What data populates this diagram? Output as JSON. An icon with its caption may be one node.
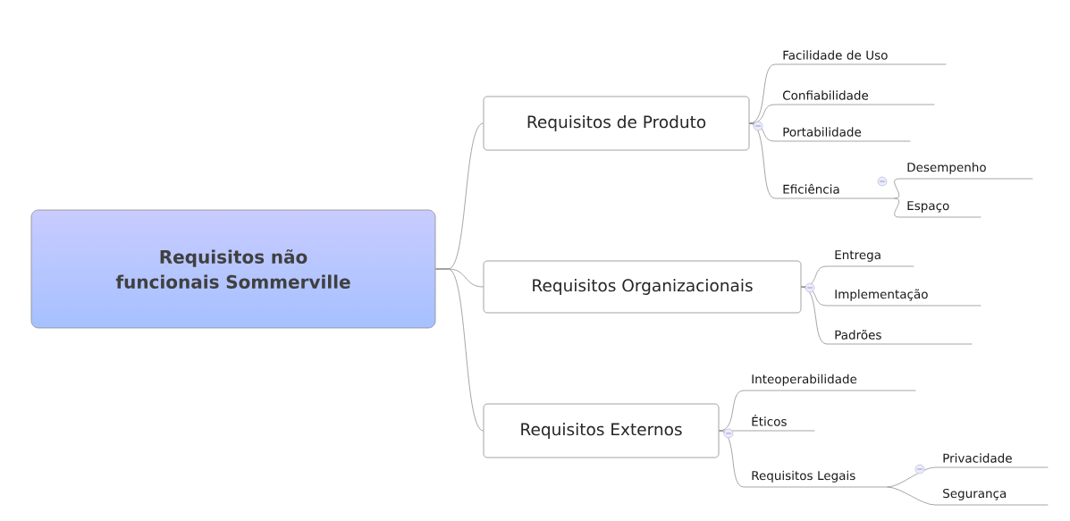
{
  "diagram": {
    "nodes": [
      {
        "text": [
          "Requisitos não funcionais Sommerville"
        ]
      },
      {
        "text": [
          "Requisitos de Produto"
        ]
      },
      {
        "text": [
          "Requisitos Organizacionais"
        ]
      },
      {
        "text": [
          "Requisitos Externos"
        ]
      },
      {
        "text": [
          "Facilidade de Uso"
        ]
      },
      {
        "text": [
          "Confiabilidade"
        ]
      },
      {
        "text": [
          "Portabilidade"
        ]
      },
      {
        "text": [
          "Eficiência"
        ]
      },
      {
        "text": [
          "Desempenho"
        ]
      },
      {
        "text": [
          "Espaço"
        ]
      },
      {
        "text": [
          "Entrega"
        ]
      },
      {
        "text": [
          "Implementação"
        ]
      },
      {
        "text": [
          "Padrões"
        ]
      },
      {
        "text": [
          "Inteoperabilidade"
        ]
      },
      {
        "text": [
          "Éticos"
        ]
      },
      {
        "text": [
          "Requisitos Legais"
        ]
      },
      {
        "text": [
          "Privacidade"
        ]
      },
      {
        "text": [
          "Segurança"
        ]
      }
    ],
    "edges": [
      {
        "from": 0,
        "to": 1,
        "arrow": "none"
      },
      {
        "from": 0,
        "to": 2,
        "arrow": "none"
      },
      {
        "from": 0,
        "to": 3,
        "arrow": "none"
      },
      {
        "from": 1,
        "to": 4,
        "arrow": "none"
      },
      {
        "from": 1,
        "to": 5,
        "arrow": "none"
      },
      {
        "from": 1,
        "to": 6,
        "arrow": "none"
      },
      {
        "from": 1,
        "to": 7,
        "arrow": "none"
      },
      {
        "from": 7,
        "to": 8,
        "arrow": "none"
      },
      {
        "from": 7,
        "to": 9,
        "arrow": "none"
      },
      {
        "from": 2,
        "to": 10,
        "arrow": "none"
      },
      {
        "from": 2,
        "to": 11,
        "arrow": "none"
      },
      {
        "from": 2,
        "to": 12,
        "arrow": "none"
      },
      {
        "from": 3,
        "to": 13,
        "arrow": "none"
      },
      {
        "from": 3,
        "to": 14,
        "arrow": "none"
      },
      {
        "from": 3,
        "to": 15,
        "arrow": "none"
      },
      {
        "from": 15,
        "to": 16,
        "arrow": "none"
      },
      {
        "from": 15,
        "to": 17,
        "arrow": "none"
      }
    ]
  }
}
